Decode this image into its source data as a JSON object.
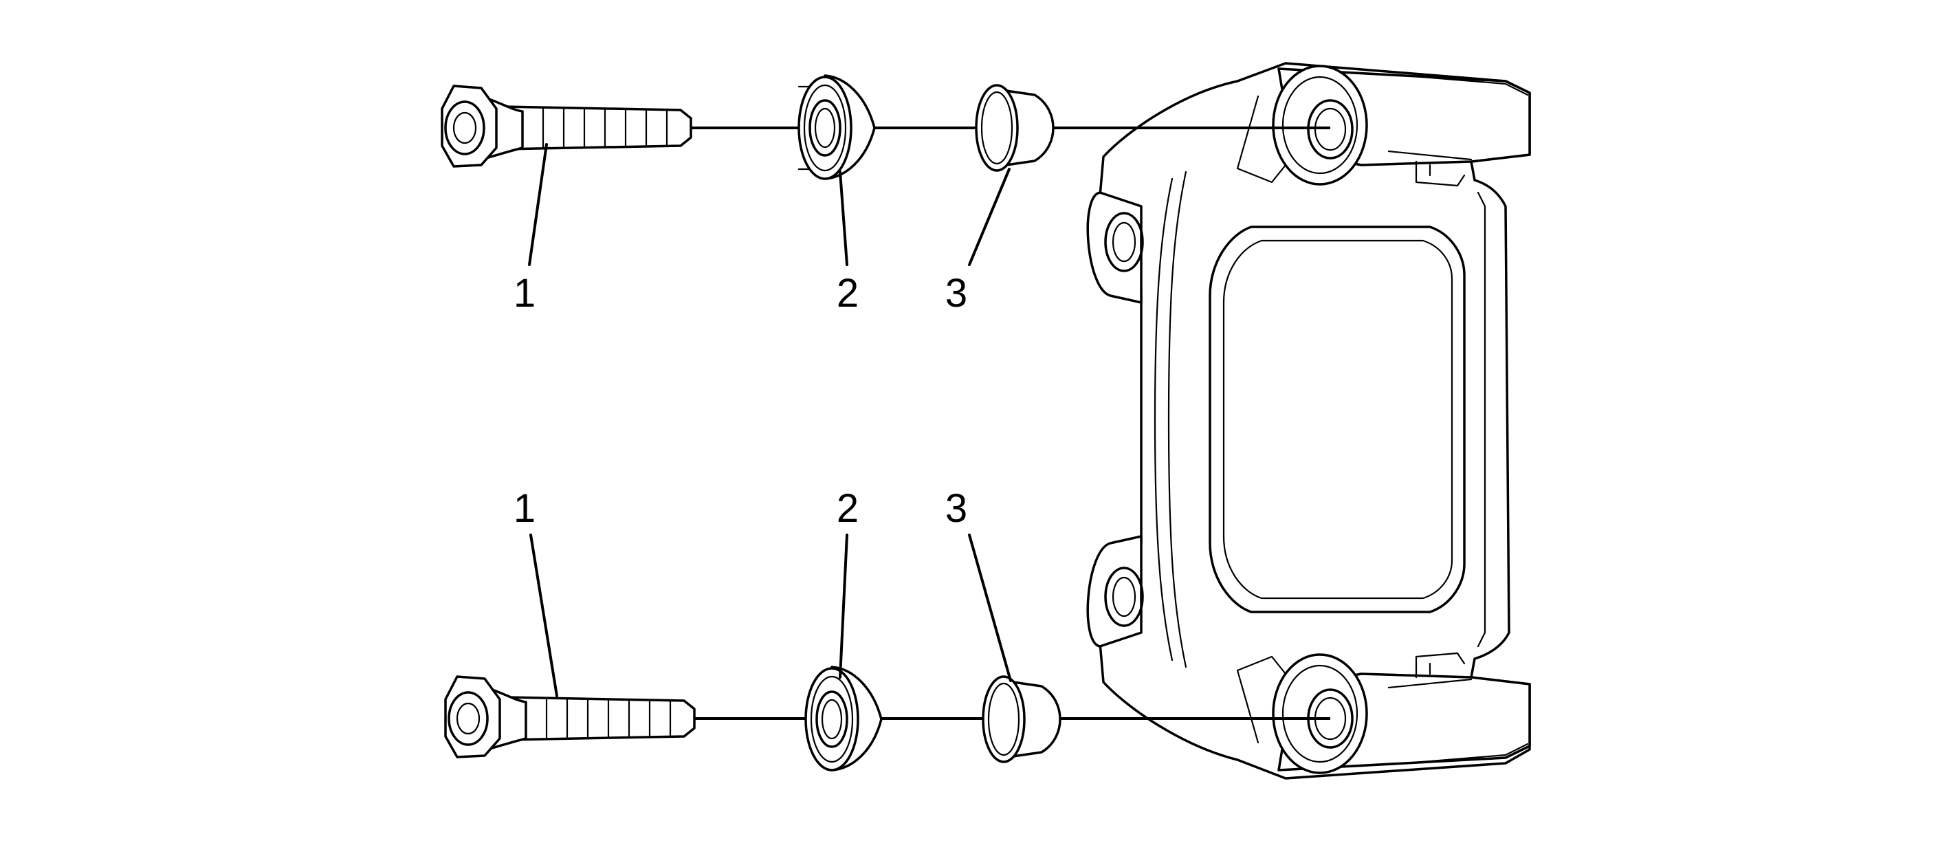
{
  "callouts": {
    "top": {
      "bolt": "1",
      "insulator": "2",
      "bushing": "3"
    },
    "bottom": {
      "bolt": "1",
      "insulator": "2",
      "bushing": "3"
    }
  }
}
